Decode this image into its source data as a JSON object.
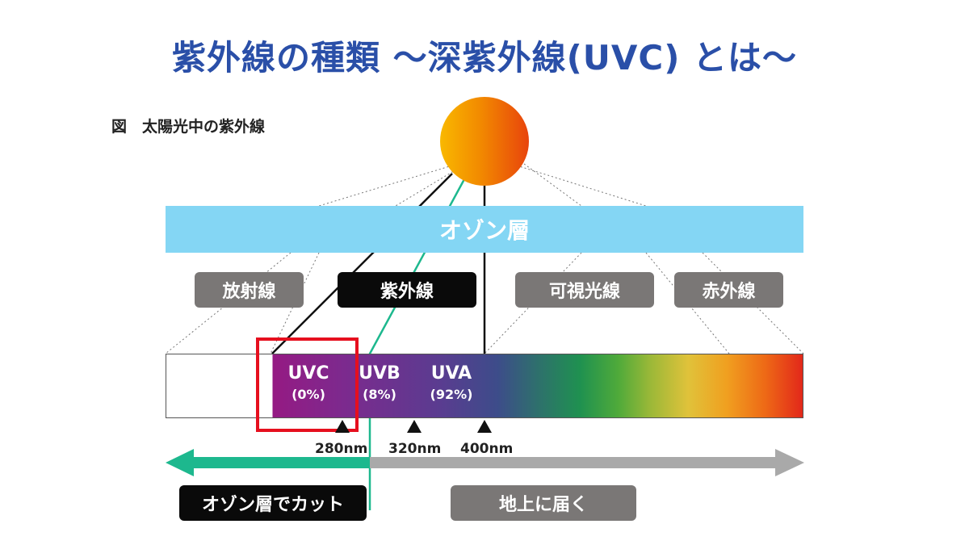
{
  "title": "紫外線の種類 ～深紫外線(UVC) とは～",
  "caption": "図　太陽光中の紫外線",
  "ozone_label": "オゾン層",
  "categories": {
    "radiation": "放射線",
    "uv": "紫外線",
    "visible": "可視光線",
    "infrared": "赤外線"
  },
  "bands": {
    "uvc": {
      "name": "UVC",
      "share": "(0%)"
    },
    "uvb": {
      "name": "UVB",
      "share": "(8%)"
    },
    "uva": {
      "name": "UVA",
      "share": "(92%)"
    }
  },
  "wavelengths": {
    "w280": "280nm",
    "w320": "320nm",
    "w400": "400nm"
  },
  "arrows": {
    "cut_label": "オゾン層でカット",
    "reach_label": "地上に届く"
  },
  "colors": {
    "title": "#2a4fa8",
    "ozone": "#84d6f4",
    "highlight": "#e60f1e",
    "cut_arrow": "#1db88e",
    "reach_arrow": "#a9a9a9"
  }
}
